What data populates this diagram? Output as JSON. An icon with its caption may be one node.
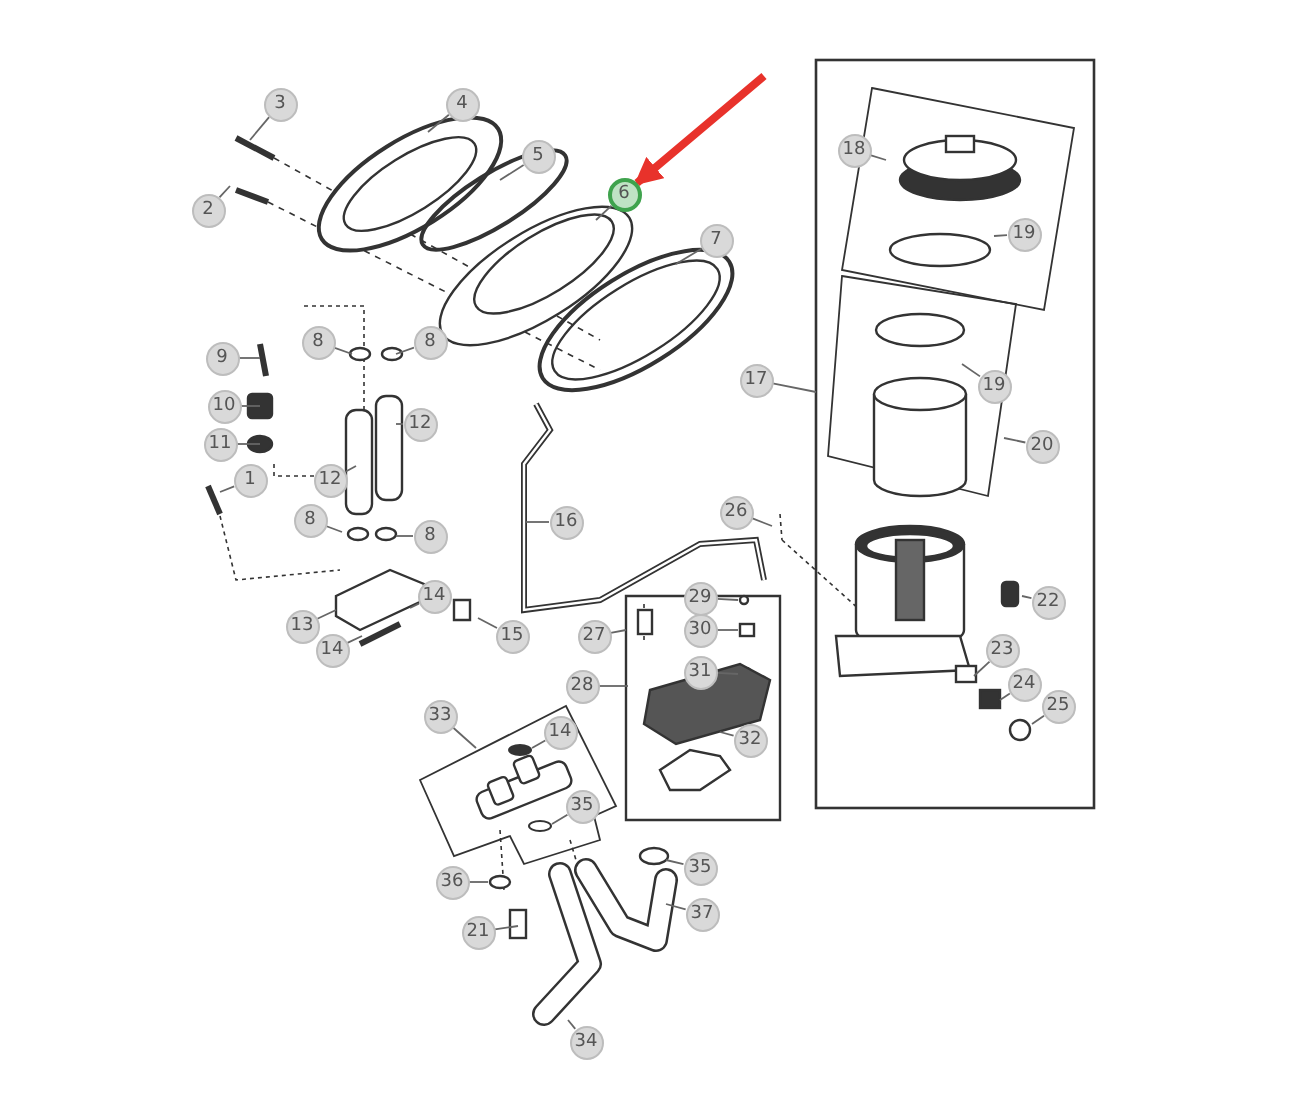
{
  "diagram": {
    "nodes": [
      {
        "text": [
          "3"
        ]
      },
      {
        "text": [
          "4"
        ]
      },
      {
        "text": [
          "2"
        ]
      },
      {
        "text": [
          "5"
        ]
      },
      {
        "text": [
          "6"
        ]
      },
      {
        "text": [
          "7"
        ]
      },
      {
        "text": [
          "8"
        ]
      },
      {
        "text": [
          "8"
        ]
      },
      {
        "text": [
          "9"
        ]
      },
      {
        "text": [
          "10"
        ]
      },
      {
        "text": [
          "11"
        ]
      },
      {
        "text": [
          "12"
        ]
      },
      {
        "text": [
          "12"
        ]
      },
      {
        "text": [
          "1"
        ]
      },
      {
        "text": [
          "17"
        ]
      },
      {
        "text": [
          "18"
        ]
      },
      {
        "text": [
          "19"
        ]
      },
      {
        "text": [
          "19"
        ]
      },
      {
        "text": [
          "20"
        ]
      },
      {
        "text": [
          "16"
        ]
      },
      {
        "text": [
          "26"
        ]
      },
      {
        "text": [
          "8"
        ]
      },
      {
        "text": [
          "8"
        ]
      },
      {
        "text": [
          "13"
        ]
      },
      {
        "text": [
          "14"
        ]
      },
      {
        "text": [
          "14"
        ]
      },
      {
        "text": [
          "15"
        ]
      },
      {
        "text": [
          "27"
        ]
      },
      {
        "text": [
          "22"
        ]
      },
      {
        "text": [
          "29"
        ]
      },
      {
        "text": [
          "30"
        ]
      },
      {
        "text": [
          "31"
        ]
      },
      {
        "text": [
          "28"
        ]
      },
      {
        "text": [
          "23"
        ]
      },
      {
        "text": [
          "24"
        ]
      },
      {
        "text": [
          "25"
        ]
      },
      {
        "text": [
          "32"
        ]
      },
      {
        "text": [
          "33"
        ]
      },
      {
        "text": [
          "14"
        ],
        "in": 45
      },
      {
        "text": [
          "35"
        ],
        "in": 45
      },
      {
        "text": [
          "35"
        ]
      },
      {
        "text": [
          "36"
        ]
      },
      {
        "text": [
          "37"
        ]
      },
      {
        "text": [
          "21"
        ]
      },
      {
        "text": [
          "34"
        ]
      },
      {
        "text": [],
        "shape": "box"
      },
      {
        "text": [],
        "shape": "circle",
        "in": 45
      },
      {
        "text": [],
        "shape": "circle",
        "in": 45
      }
    ],
    "edges": [
      {
        "from": 0,
        "to": null,
        "arrow": "none"
      },
      {
        "from": 1,
        "to": null,
        "arrow": "none"
      },
      {
        "from": 2,
        "to": null,
        "arrow": "none"
      },
      {
        "from": 3,
        "to": null,
        "arrow": "none"
      },
      {
        "from": 4,
        "to": null,
        "arrow": "none"
      },
      {
        "from": 5,
        "to": null,
        "arrow": "none"
      },
      {
        "from": 6,
        "to": null,
        "arrow": "none"
      },
      {
        "from": 7,
        "to": null,
        "arrow": "none"
      },
      {
        "from": 8,
        "to": null,
        "arrow": "none"
      },
      {
        "from": 9,
        "to": null,
        "arrow": "none"
      },
      {
        "from": 10,
        "to": null,
        "arrow": "none"
      },
      {
        "from": 11,
        "to": null,
        "arrow": "none"
      },
      {
        "from": 12,
        "to": null,
        "arrow": "none"
      },
      {
        "from": 13,
        "to": null,
        "arrow": "none"
      },
      {
        "from": 14,
        "to": null,
        "arrow": "none"
      },
      {
        "from": 15,
        "to": null,
        "arrow": "none"
      },
      {
        "from": 16,
        "to": null,
        "arrow": "none"
      },
      {
        "from": 17,
        "to": null,
        "arrow": "none"
      },
      {
        "from": 18,
        "to": null,
        "arrow": "none"
      },
      {
        "from": 19,
        "to": null,
        "arrow": "none"
      },
      {
        "from": 20,
        "to": null,
        "arrow": "none"
      },
      {
        "from": 21,
        "to": null,
        "arrow": "none"
      },
      {
        "from": 22,
        "to": null,
        "arrow": "none"
      },
      {
        "from": 23,
        "to": null,
        "arrow": "none"
      },
      {
        "from": 24,
        "to": null,
        "arrow": "none"
      },
      {
        "from": 25,
        "to": null,
        "arrow": "none"
      },
      {
        "from": 26,
        "to": null,
        "arrow": "none"
      },
      {
        "from": 27,
        "to": null,
        "arrow": "none"
      },
      {
        "from": 28,
        "to": null,
        "arrow": "none"
      },
      {
        "from": 29,
        "to": null,
        "arrow": "none"
      },
      {
        "from": 30,
        "to": null,
        "arrow": "none"
      },
      {
        "from": 31,
        "to": null,
        "arrow": "none"
      },
      {
        "from": 32,
        "to": null,
        "arrow": "none"
      },
      {
        "from": 33,
        "to": null,
        "arrow": "none"
      },
      {
        "from": 34,
        "to": null,
        "arrow": "none"
      },
      {
        "from": 35,
        "to": null,
        "arrow": "none"
      },
      {
        "from": 36,
        "to": null,
        "arrow": "none"
      },
      {
        "from": 37,
        "to": 45,
        "arrow": "none"
      },
      {
        "from": 38,
        "to": 46,
        "arrow": "none"
      },
      {
        "from": 39,
        "to": 47,
        "arrow": "none"
      },
      {
        "from": 40,
        "to": null,
        "arrow": "none"
      },
      {
        "from": 41,
        "to": null,
        "arrow": "none"
      },
      {
        "from": 42,
        "to": null,
        "arrow": "none"
      },
      {
        "from": 43,
        "to": null,
        "arrow": "none"
      },
      {
        "from": 44,
        "to": null,
        "arrow": "none"
      },
      {
        "from": null,
        "to": 4,
        "arrow": "to",
        "style": "thick",
        "color": "#e8322b"
      }
    ]
  }
}
